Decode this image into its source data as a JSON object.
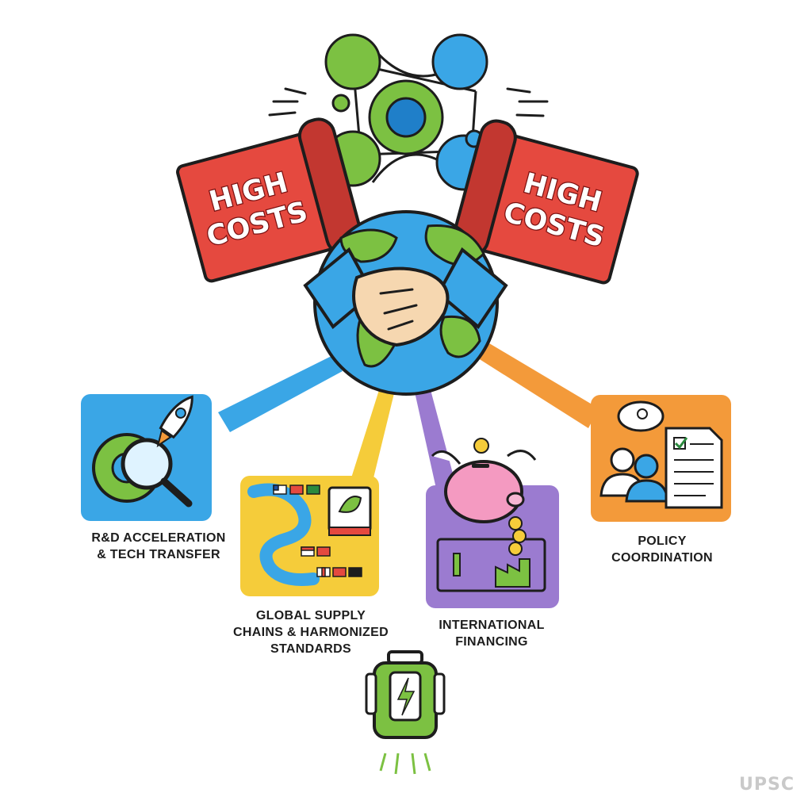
{
  "banners": {
    "left": [
      "HIGH",
      "COSTS"
    ],
    "right": [
      "HIGH",
      "COSTS"
    ]
  },
  "pillars": {
    "rd": [
      "R&D ACCELERATION",
      "& TECH TRANSFER"
    ],
    "supply": [
      "GLOBAL SUPPLY",
      "CHAINS & HARMONIZED",
      "STANDARDS"
    ],
    "financing": [
      "INTERNATIONAL",
      "FINANCING"
    ],
    "policy": [
      "POLICY",
      "COORDINATION"
    ]
  },
  "watermark": "UPSC",
  "icons": {
    "rd": [
      "rocket-icon",
      "gear-icon",
      "magnifier-icon"
    ],
    "supply": [
      "puzzle-path-icon",
      "flag-icon",
      "storefront-leaf-icon"
    ],
    "financing": [
      "flying-piggy-bank-icon",
      "coin-icon",
      "factory-chart-icon"
    ],
    "policy": [
      "people-icon",
      "speech-bubble-icon",
      "checklist-document-icon"
    ],
    "center": [
      "globe-icon",
      "handshake-icon",
      "molecule-network-icon"
    ],
    "bottom": [
      "battery-device-icon"
    ]
  },
  "colors": {
    "rd": "#3aa6e6",
    "supply": "#f5cc3a",
    "financing": "#9b7bd0",
    "policy": "#f39a3a",
    "banner": "#e5493f",
    "green": "#7cc142",
    "blue": "#3aa6e6"
  }
}
